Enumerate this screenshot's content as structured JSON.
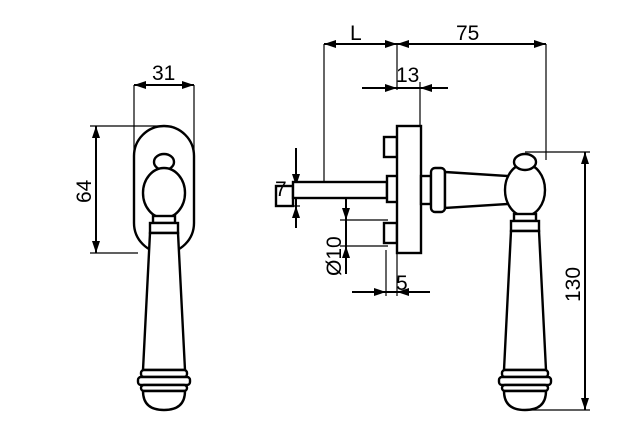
{
  "dimensions": {
    "front_width": "31",
    "front_height": "64",
    "side_length": "L",
    "side_reach": "75",
    "rose_width": "13",
    "square_size": "7",
    "spindle_diameter": "Ø10",
    "base_thickness": "5",
    "total_height": "130"
  }
}
